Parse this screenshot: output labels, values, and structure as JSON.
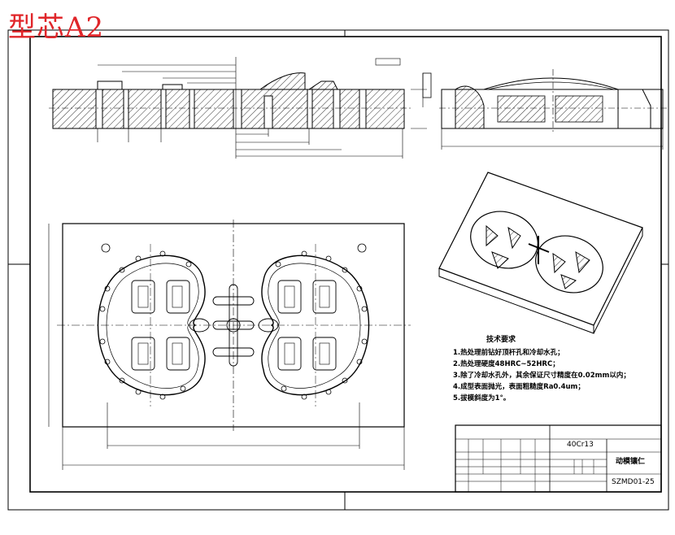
{
  "stamp": "型芯A2",
  "tech_requirements": {
    "title": "技术要求",
    "items": [
      "1.热处理前钻好顶杆孔和冷却水孔；",
      "2.热处理硬度48HRC~52HRC；",
      "3.除了冷却水孔外，其余保证尺寸精度在0.02mm以内；",
      "4.成型表面抛光，表面粗糙度Ra0.4um；",
      "5.拔模斜度为1°。"
    ]
  },
  "title_block": {
    "material": "40Cr13",
    "part_name": "动模镶仁",
    "drawing_no": "SZMD01-25"
  },
  "colors": {
    "stamp": "#e0262a",
    "line": "#000000",
    "hatch": "#000000"
  }
}
